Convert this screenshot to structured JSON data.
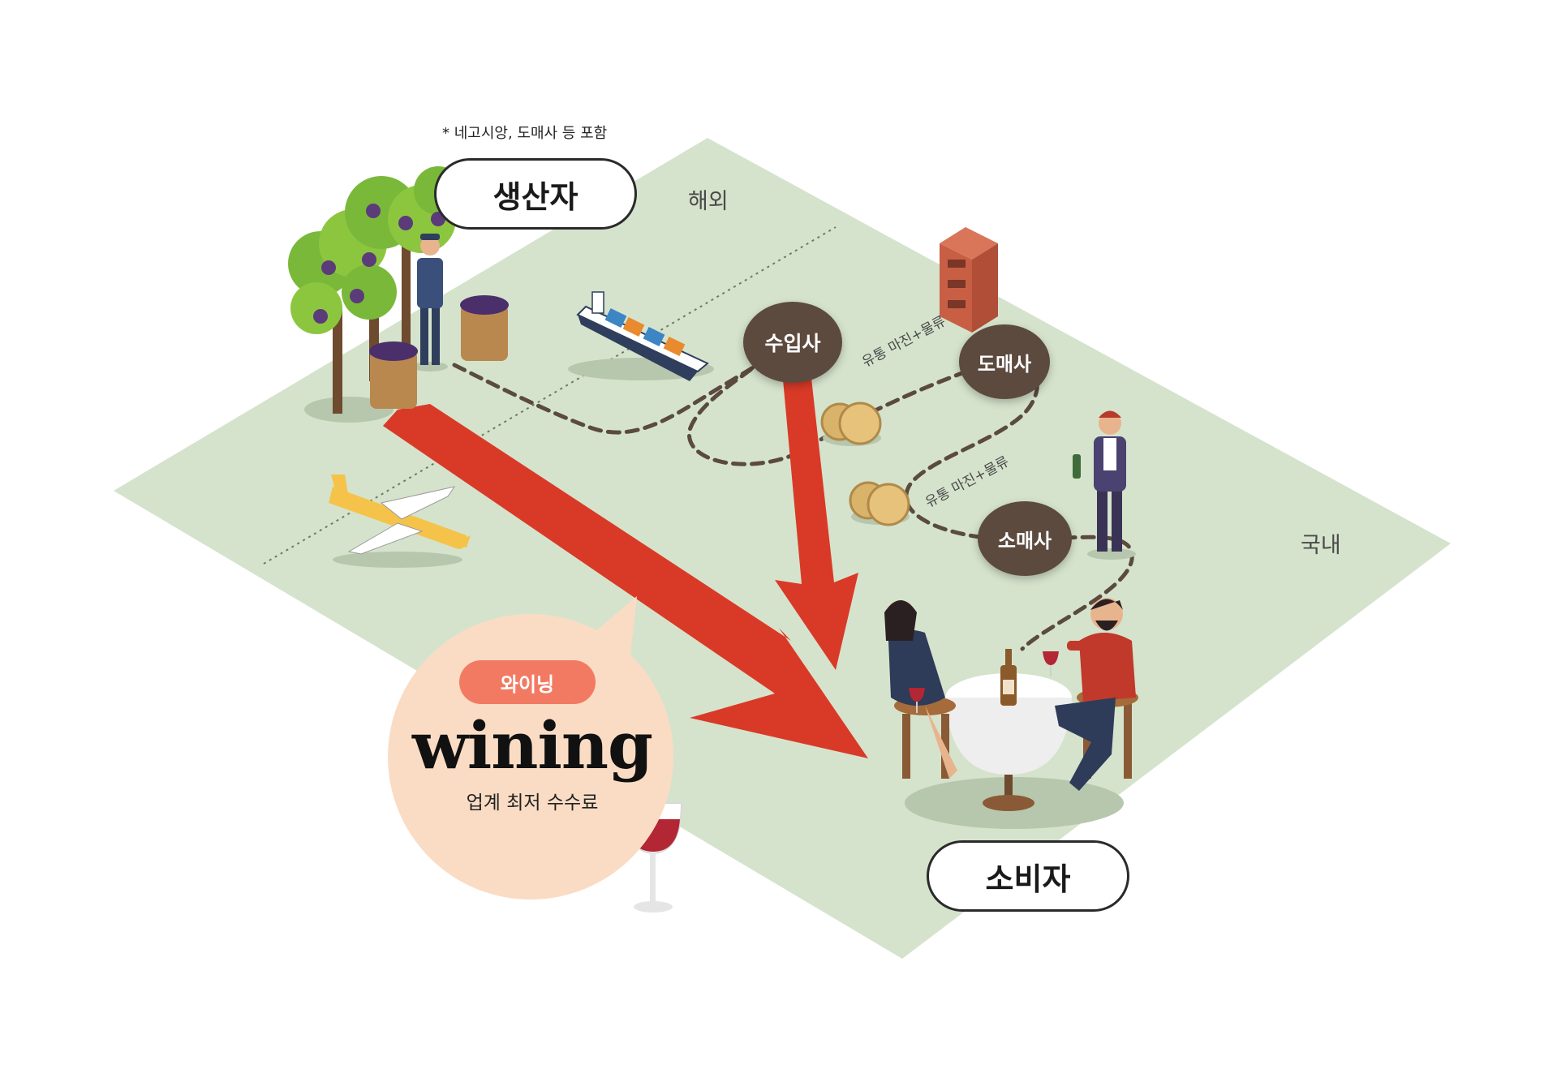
{
  "note": "* 네고시앙, 도매사 등 포함",
  "regions": {
    "overseas": "해외",
    "domestic": "국내"
  },
  "nodes": {
    "producer": "생산자",
    "importer": "수입사",
    "wholesaler": "도매사",
    "retailer": "소매사",
    "consumer": "소비자"
  },
  "margin_labels": [
    "유통 마진+물류",
    "유통 마진+물류"
  ],
  "promo": {
    "badge": "와이닝",
    "brand": "wining",
    "tagline": "업계 최저 수수료"
  },
  "colors": {
    "ground": "#d5e3cc",
    "node": "#5c4a3f",
    "arrow": "#d93a27",
    "bubble": "#fadcc4",
    "badge": "#f37a62",
    "path": "#5a4a40"
  },
  "icons": [
    "grape-tree-icon",
    "farmer-icon",
    "grape-basket-icon",
    "cargo-ship-icon",
    "airplane-icon",
    "wine-rack-icon",
    "coin-stack-icon",
    "sommelier-icon",
    "dining-couple-icon",
    "wine-glass-icon"
  ]
}
